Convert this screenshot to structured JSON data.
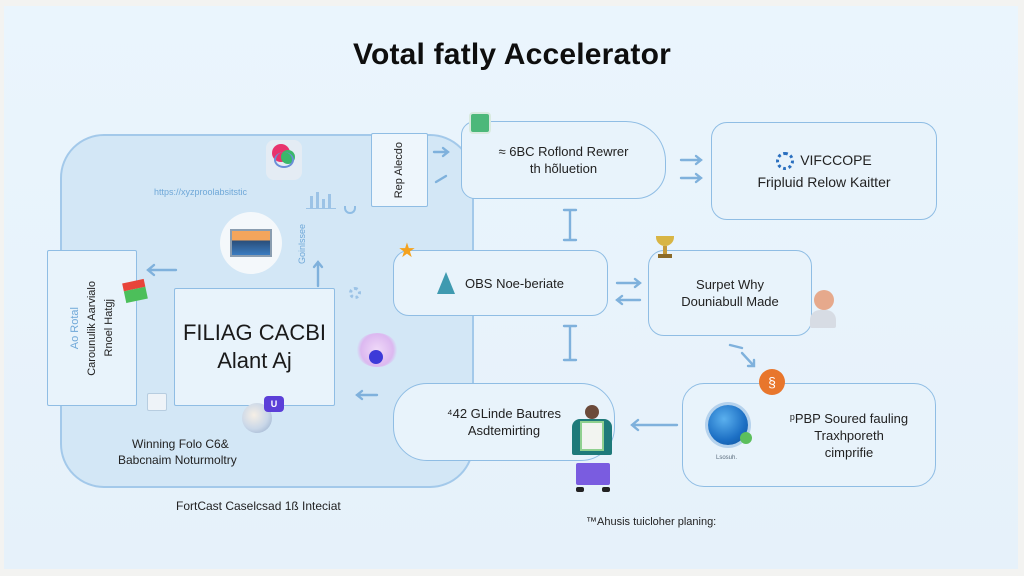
{
  "title": "Votal fatly Accelerator",
  "left_panel": {
    "link_text": "https://xyzproolabsitstic",
    "vertical_label": "Goinlssee",
    "side_card": {
      "accent_line": "Ao Rotal",
      "line1": "Carounulik Aarvialo",
      "line2": "Rnoel Hatgj"
    },
    "small_card_text": "Rep Alecdo",
    "main_card": {
      "line1": "FILIAG CACBI",
      "line2": "Alant Aj"
    },
    "footer_line1": "Winning Folo C6&",
    "footer_line2": "Babcnaim Noturmoltry",
    "badge": "U"
  },
  "nodes": {
    "rollout": {
      "line1": "≈ 6BC Roflond Rewrer",
      "line2": "th hõluetion"
    },
    "vifccope": {
      "line1": "VIFCCOPE",
      "line2": "Fripluid Relow Kaitter"
    },
    "obs": {
      "label": "OBS Noe-beriate"
    },
    "surpet": {
      "line1": "Surpet Why",
      "line2": "Douniabull Made"
    },
    "glinde": {
      "line1": "⁴42 GLinde Bautres",
      "line2": "Asdtemirting"
    },
    "pbp": {
      "line1": "ᵖPBP Soured fauling",
      "line2": "Traxhporeth",
      "line3": "cimprifie",
      "icon_caption": "Lsosuh."
    }
  },
  "captions": {
    "bottom_left": "FortCast Caselcsad 1ß Inteciat",
    "bottom_right": "™Ahusis tuicloher planing:"
  },
  "icons": {
    "gear": "gear-icon",
    "virus": "virus-globe-icon",
    "trophy": "trophy-icon",
    "star": "star-icon",
    "person": "person-icon",
    "flag": "flag-icon",
    "cube": "cube-icon",
    "orange_badge": "swirl-badge-icon"
  },
  "colors": {
    "accent": "#7fb1dc",
    "panel": "#d3e7f6",
    "card": "#e8f3fb",
    "border": "#8fbde4",
    "badge": "#5b3fd8",
    "orange": "#e8762c"
  }
}
